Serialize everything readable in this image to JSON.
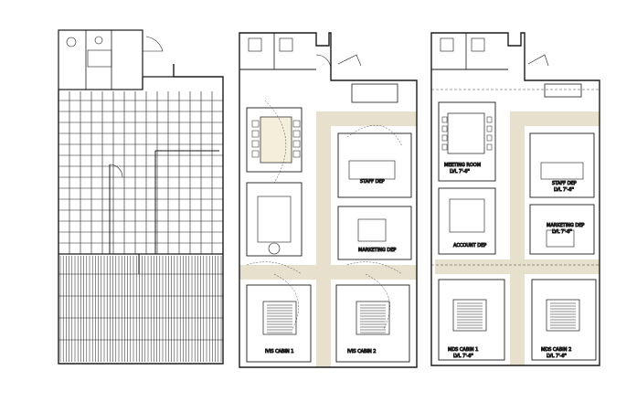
{
  "plans": {
    "left": {
      "labels": []
    },
    "middle": {
      "labels": [
        {
          "text": "STAFF DEP",
          "id": "mid-staff-dep"
        },
        {
          "text": "MARKETING DEP",
          "id": "mid-marketing-dep"
        },
        {
          "text": "IVIS CABIN 1",
          "id": "mid-cabin-1"
        },
        {
          "text": "IVIS CABIN 2",
          "id": "mid-cabin-2"
        }
      ]
    },
    "right": {
      "labels": [
        {
          "text": "MEETING ROOM",
          "id": "r-meeting-room"
        },
        {
          "text": "LVL 7'-6\"",
          "id": "r-meeting-lvl"
        },
        {
          "text": "STAFF DEP",
          "id": "r-staff-dep"
        },
        {
          "text": "LVL 7'-6\"",
          "id": "r-staff-lvl"
        },
        {
          "text": "MARKETING DEP",
          "id": "r-marketing-dep"
        },
        {
          "text": "LVL 7'-6\"",
          "id": "r-marketing-lvl"
        },
        {
          "text": "ACCOUNT DEP",
          "id": "r-account-dep"
        },
        {
          "text": "MDS CABIN 1",
          "id": "r-cabin-1"
        },
        {
          "text": "LVL 7'-6\"",
          "id": "r-cabin-1-lvl"
        },
        {
          "text": "MDS CABIN 2",
          "id": "r-cabin-2"
        },
        {
          "text": "LVL 7'-6\"",
          "id": "r-cabin-2-lvl"
        }
      ]
    }
  },
  "colors": {
    "line": "#1a1a1a",
    "corridor": "#e6e0cc",
    "paper": "#ffffff"
  }
}
